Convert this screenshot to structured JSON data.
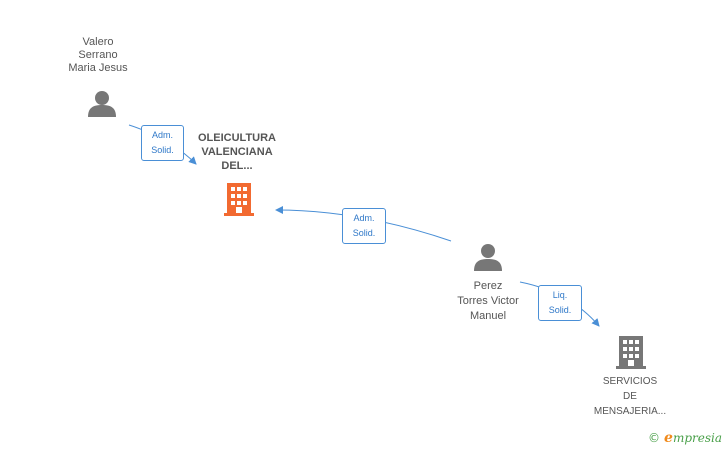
{
  "colors": {
    "person": "#777777",
    "company_main": "#f26a31",
    "company_other": "#777777",
    "edge": "#4a8fd6"
  },
  "nodes": {
    "person_valero": {
      "icon": "person-icon",
      "lines": [
        "Valero",
        "Serrano",
        "Maria Jesus"
      ]
    },
    "company_oleicultura": {
      "icon": "building-icon",
      "lines": [
        "OLEICULTURA",
        "VALENCIANA",
        "DEL..."
      ]
    },
    "person_perez": {
      "icon": "person-icon",
      "lines": [
        "Perez",
        "Torres Victor",
        "Manuel"
      ]
    },
    "company_servicios": {
      "icon": "building-icon",
      "lines": [
        "SERVICIOS",
        "DE",
        "MENSAJERIA..."
      ]
    }
  },
  "edges": {
    "valero_to_oleicultura": {
      "lines": [
        "Adm.",
        "Solid."
      ]
    },
    "perez_to_oleicultura": {
      "lines": [
        "Adm.",
        "Solid."
      ]
    },
    "perez_to_servicios": {
      "lines": [
        "Liq.",
        "Solid."
      ]
    }
  },
  "footer": {
    "copyright": "©",
    "brand_initial": "e",
    "brand_rest": "mpresia"
  }
}
